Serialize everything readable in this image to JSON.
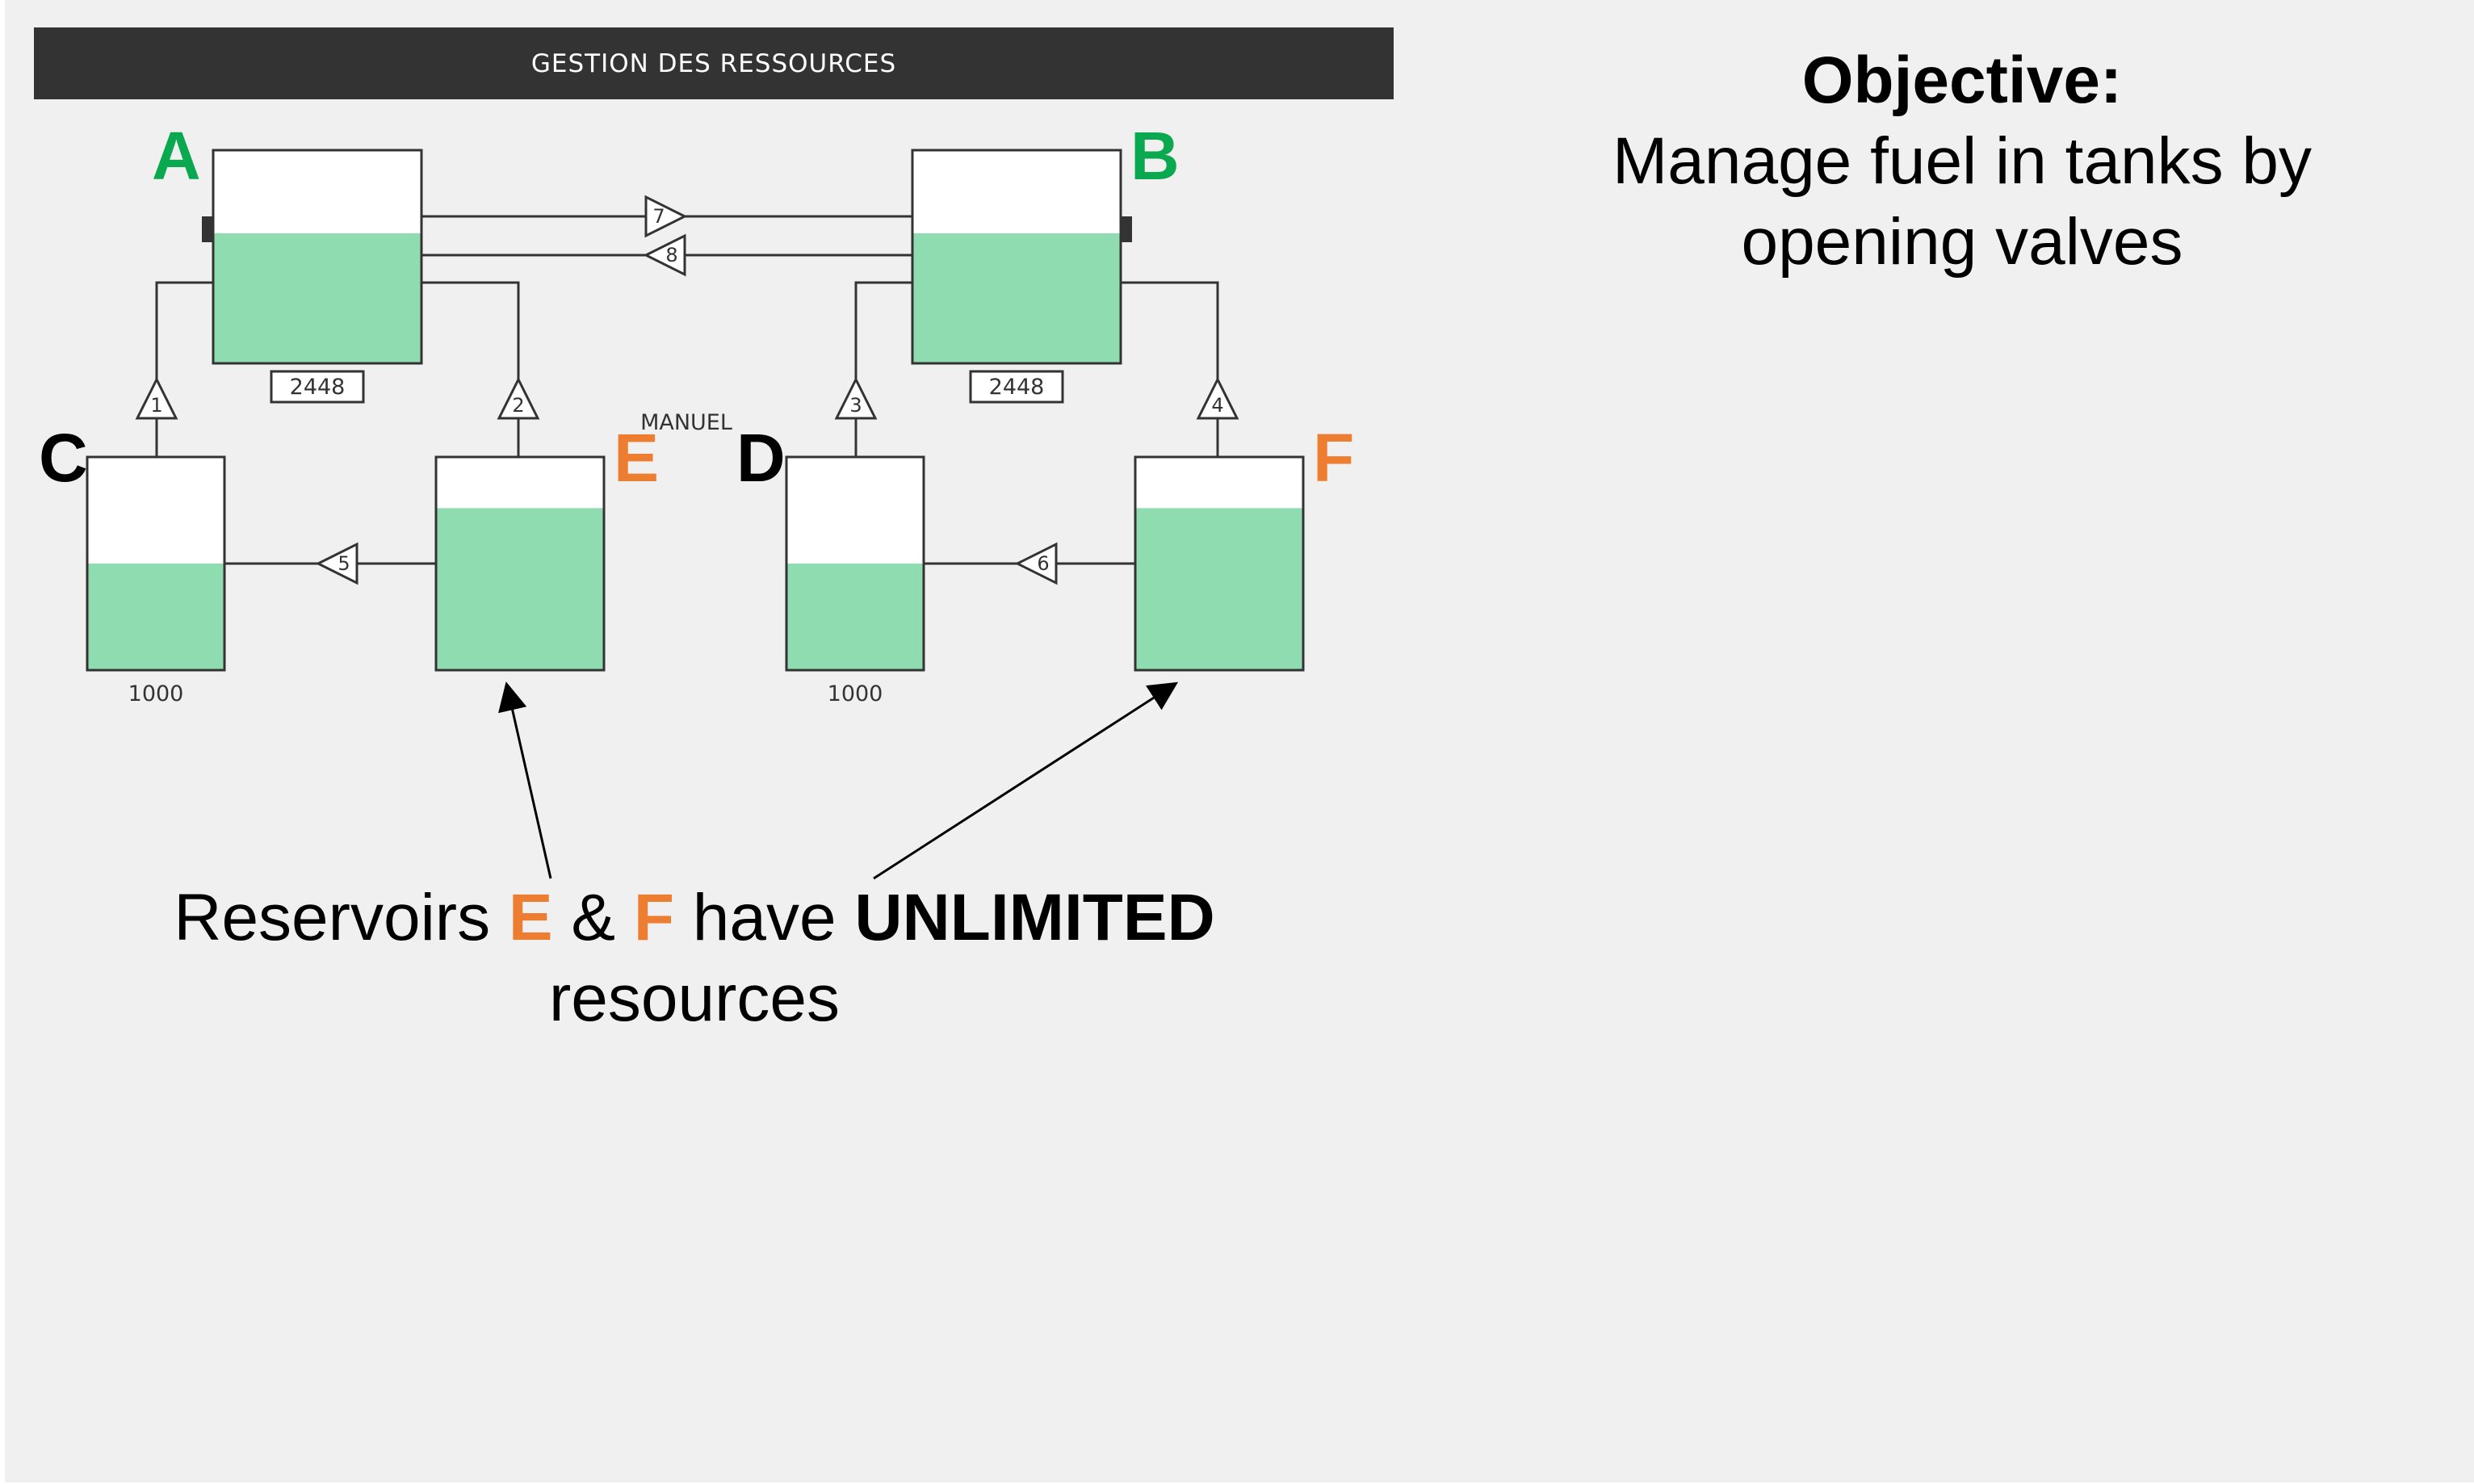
{
  "header": {
    "title": "GESTION DES RESSOURCES"
  },
  "colors": {
    "header_bg": "#333333",
    "fuel": "#8fdcb0",
    "green_letter": "#0aa84f",
    "orange_letter": "#ed7d31",
    "black_letter": "#000000",
    "background": "#f0f0f0"
  },
  "tanks": {
    "A": {
      "letter": "A",
      "value": "2448",
      "fill_fraction": 0.61
    },
    "B": {
      "letter": "B",
      "value": "2448",
      "fill_fraction": 0.61
    },
    "C": {
      "letter": "C",
      "value": "1000",
      "fill_fraction": 0.5
    },
    "D": {
      "letter": "D",
      "value": "1000",
      "fill_fraction": 0.5
    },
    "E": {
      "letter": "E",
      "fill_fraction": 0.76
    },
    "F": {
      "letter": "F",
      "fill_fraction": 0.76
    }
  },
  "valves": [
    "1",
    "2",
    "3",
    "4",
    "5",
    "6",
    "7",
    "8"
  ],
  "mode_label": "MANUEL",
  "objective": {
    "title": "Objective:",
    "line1": "Manage fuel in tanks by",
    "line2": "opening valves"
  },
  "annotation": {
    "part1": "Reservoirs ",
    "e": "E",
    "amp": " & ",
    "f": "F",
    "part2": " have ",
    "unlimited": "UNLIMITED",
    "line2": "resources"
  }
}
